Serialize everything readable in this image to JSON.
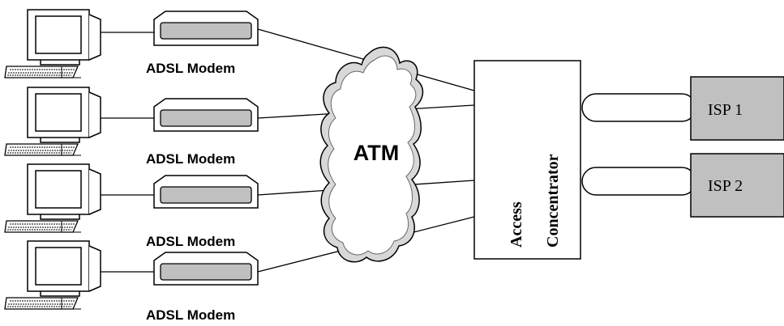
{
  "diagram": {
    "modem_labels": [
      "ADSL Modem",
      "ADSL Modem",
      "ADSL Modem",
      "ADSL Modem"
    ],
    "cloud_label": "ATM",
    "concentrator_label_line1": "Access",
    "concentrator_label_line2": "Concentrator",
    "isp_labels": [
      "ISP 1",
      "ISP 2"
    ],
    "colors": {
      "modem_fill": "#c0c0c0",
      "isp_fill": "#c0c0c0",
      "cloud_fill": "#d8d8d8",
      "stroke": "#000000"
    },
    "icons": [
      "computer-icon",
      "modem-icon",
      "cloud-icon",
      "tunnel-icon"
    ]
  }
}
